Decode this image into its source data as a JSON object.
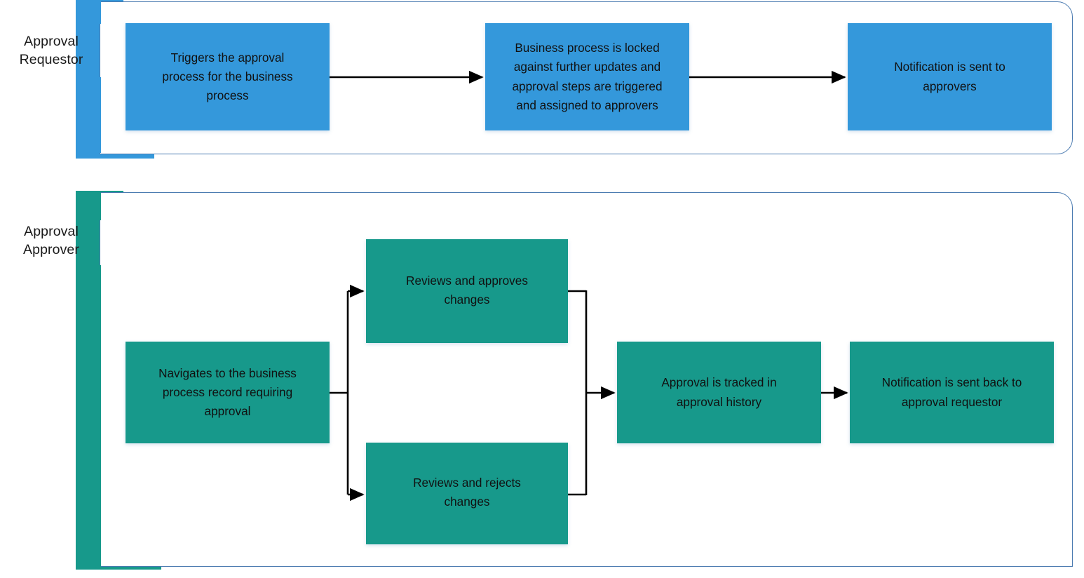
{
  "diagram": {
    "title": "Approval process swimlane diagram",
    "colors": {
      "requestor_lane": "#3498db",
      "approver_lane": "#17998b",
      "panel_border": "#4a7ab0",
      "connector": "#000000",
      "node_text": "#111111",
      "canvas": "#ffffff"
    },
    "lanes": [
      {
        "id": "approval-requestor",
        "label": "Approval\nRequestor",
        "accent": "#3498db",
        "nodes": [
          {
            "id": "trigger-approval",
            "text": "Triggers the approval\nprocess for the business\nprocess"
          },
          {
            "id": "lock-business-process",
            "text": "Business process is locked\nagainst further updates and\napproval steps are triggered\nand assigned to approvers"
          },
          {
            "id": "notify-approvers",
            "text": "Notification is sent to\napprovers"
          }
        ]
      },
      {
        "id": "approval-approver",
        "label": "Approval\nApprover",
        "accent": "#17998b",
        "nodes": [
          {
            "id": "navigate-record",
            "text": "Navigates to the business\nprocess record requiring\napproval"
          },
          {
            "id": "review-approve",
            "text": "Reviews and approves\nchanges"
          },
          {
            "id": "review-reject",
            "text": "Reviews and rejects\nchanges"
          },
          {
            "id": "track-history",
            "text": "Approval is tracked in\napproval history"
          },
          {
            "id": "notify-requestor",
            "text": "Notification is sent back to\napproval requestor"
          }
        ]
      }
    ],
    "connectors": [
      {
        "id": "trigger-to-lock",
        "from": "trigger-approval",
        "to": "lock-business-process",
        "style": "straight-arrow"
      },
      {
        "id": "lock-to-notify",
        "from": "lock-business-process",
        "to": "notify-approvers",
        "style": "straight-arrow"
      },
      {
        "id": "navigate-to-approve",
        "from": "navigate-record",
        "to": "review-approve",
        "style": "split-up-arrow"
      },
      {
        "id": "navigate-to-reject",
        "from": "navigate-record",
        "to": "review-reject",
        "style": "split-down-arrow"
      },
      {
        "id": "approve-to-track",
        "from": "review-approve",
        "to": "track-history",
        "style": "merge-arrow"
      },
      {
        "id": "reject-to-track",
        "from": "review-reject",
        "to": "track-history",
        "style": "merge-arrow"
      },
      {
        "id": "track-to-notify",
        "from": "track-history",
        "to": "notify-requestor",
        "style": "straight-arrow"
      }
    ]
  }
}
